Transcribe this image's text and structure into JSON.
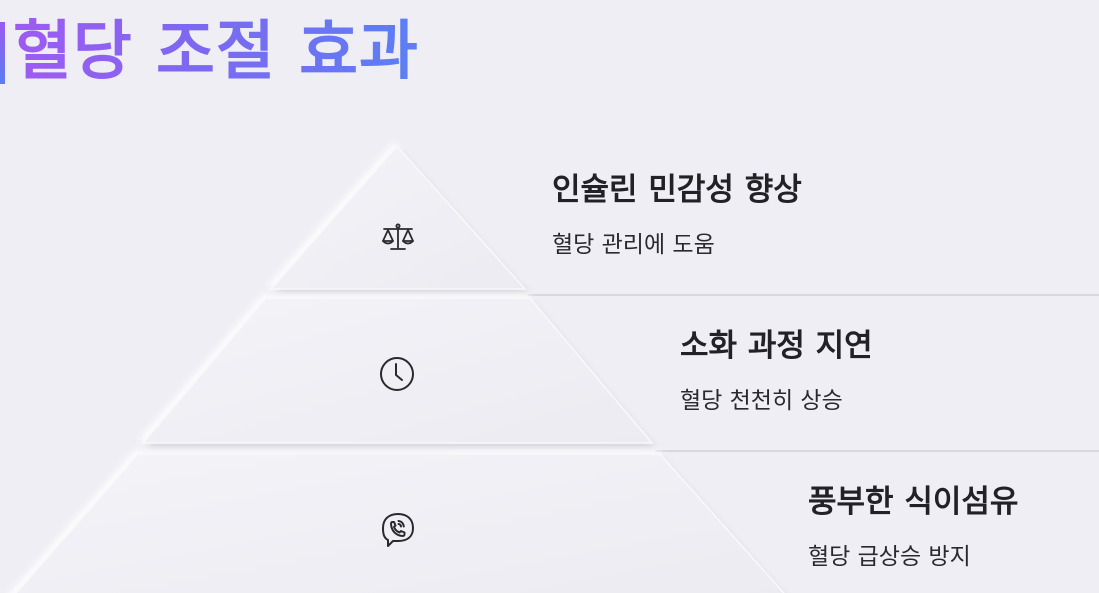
{
  "title": "혈당 조절 효과",
  "levels": [
    {
      "heading": "인슐린 민감성 향상",
      "description": "혈당 관리에 도움",
      "icon": "balance-scale-icon"
    },
    {
      "heading": "소화 과정 지연",
      "description": "혈당 천천히 상승",
      "icon": "clock-icon"
    },
    {
      "heading": "풍부한 식이섬유",
      "description": "혈당 급상승 방지",
      "icon": "chat-phone-icon"
    }
  ],
  "colors": {
    "background": "#eeeef4",
    "title_gradient_start": "#9f5af2",
    "title_gradient_end": "#5c7ff4",
    "text": "#222226",
    "separator": "#c8c8d0"
  }
}
